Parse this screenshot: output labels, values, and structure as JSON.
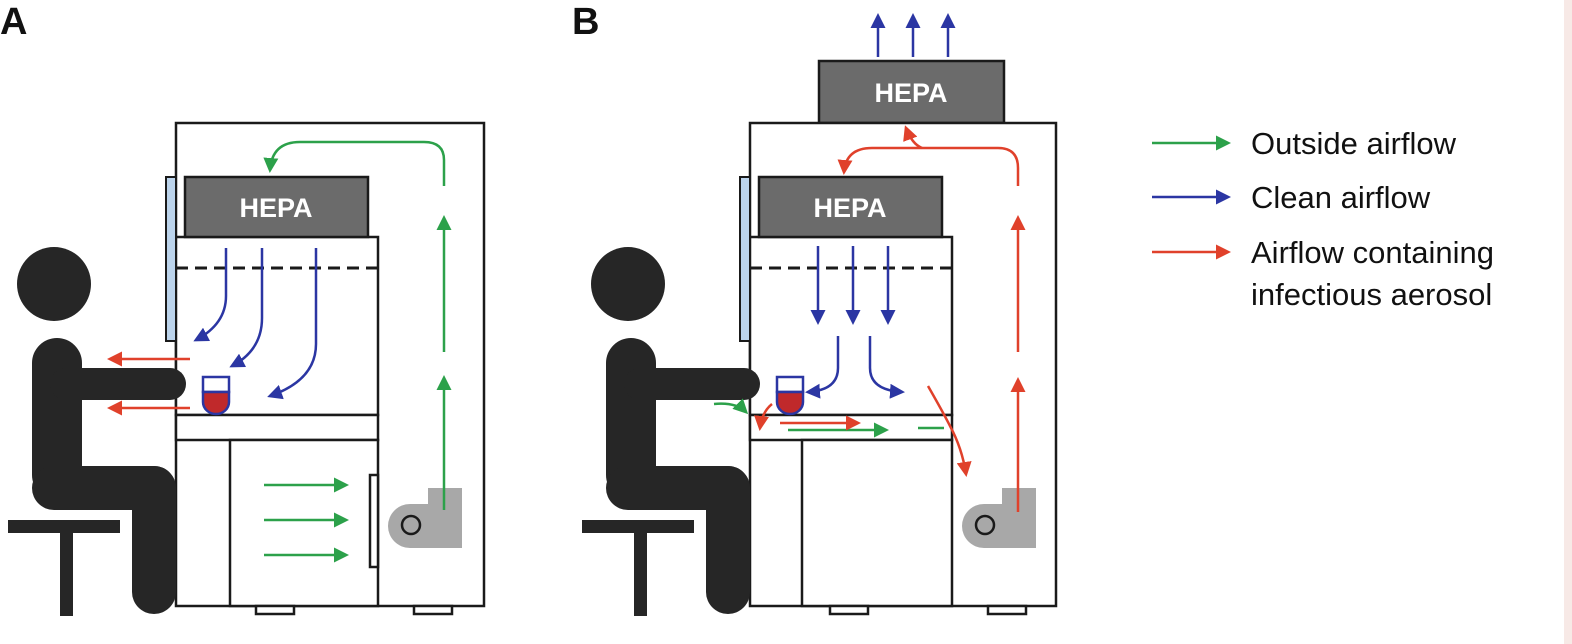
{
  "panels": {
    "a": {
      "label": "A",
      "hepa": "HEPA"
    },
    "b": {
      "label": "B",
      "hepa_top": "HEPA",
      "hepa": "HEPA"
    }
  },
  "legend": {
    "outside": "Outside airflow",
    "clean": "Clean airflow",
    "infectious_line1": "Airflow containing",
    "infectious_line2": "infectious aerosol"
  },
  "colors": {
    "outside": "#2ca14a",
    "clean": "#2b36a3",
    "infectious": "#e0412b",
    "hepa_fill": "#6b6b6b",
    "person": "#262626",
    "blower": "#a8a8a8",
    "sash": "#bcd4ec",
    "liquid": "#c0292b"
  }
}
